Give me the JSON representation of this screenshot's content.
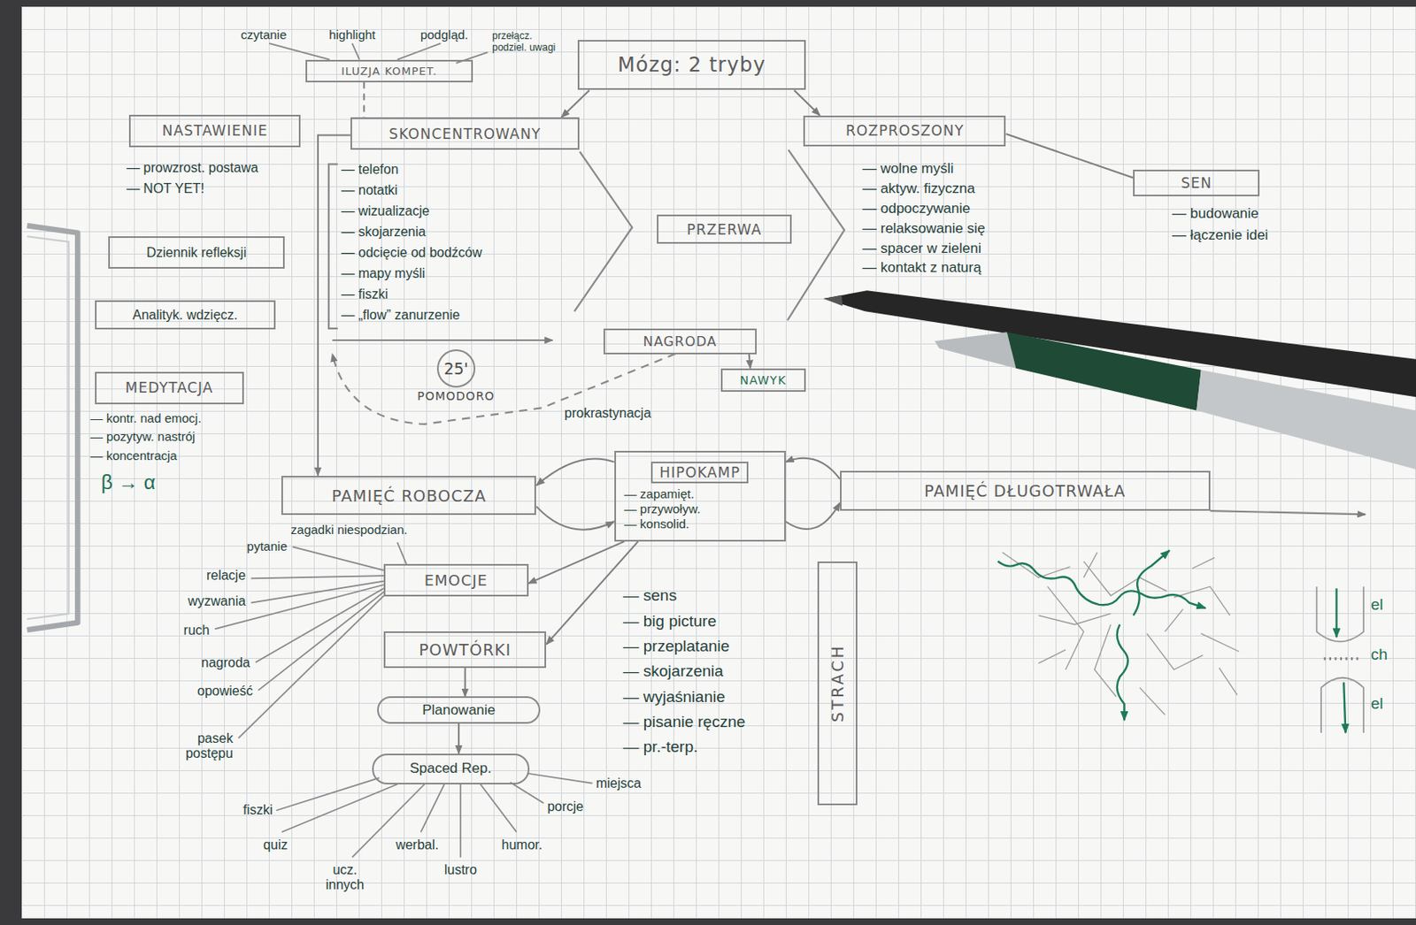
{
  "diagram": {
    "nodes": [
      {
        "text": [
          "ILUZJA KOMPET."
        ]
      },
      {
        "text": [
          "Mózg: 2 tryby"
        ]
      },
      {
        "text": [
          "NASTAWIENIE"
        ]
      },
      {
        "text": [
          "SKONCENTROWANY"
        ]
      },
      {
        "text": [
          "ROZPROSZONY"
        ]
      },
      {
        "text": [
          "SEN"
        ]
      },
      {
        "text": [
          "Dziennik refleksji"
        ]
      },
      {
        "text": [
          "PRZERWA"
        ]
      },
      {
        "text": [
          "Analityk. wdzięcz."
        ]
      },
      {
        "text": [
          "25'",
          "POMODORO"
        ]
      },
      {
        "text": [
          "NAGRODA"
        ]
      },
      {
        "text": [
          "NAWYK"
        ]
      },
      {
        "text": [
          "MEDYTACJA"
        ]
      },
      {
        "text": [
          "HIPOKAMP",
          "— zapamięt.",
          "— przywoływ.",
          "— konsolid."
        ]
      },
      {
        "text": [
          "PAMIĘĆ ROBOCZA"
        ]
      },
      {
        "text": [
          "PAMIĘĆ DŁUGOTRWAŁA"
        ]
      },
      {
        "text": [
          "EMOCJE"
        ]
      },
      {
        "text": [
          "POWTÓRKI"
        ]
      },
      {
        "text": [
          "STRACH"
        ]
      },
      {
        "text": [
          "Planowanie"
        ]
      },
      {
        "text": [
          "Spaced Rep."
        ]
      }
    ],
    "edges": [
      {
        "from": 0,
        "to": 3,
        "arrow": "none"
      },
      {
        "from": 1,
        "to": 3,
        "arrow": "to"
      },
      {
        "from": 1,
        "to": 4,
        "arrow": "to"
      },
      {
        "from": 4,
        "to": 5,
        "arrow": "none"
      },
      {
        "from": 3,
        "to": 14,
        "arrow": "to"
      },
      {
        "from": 10,
        "to": 11,
        "arrow": "to"
      },
      {
        "from": 13,
        "to": 14,
        "arrow": "to"
      },
      {
        "from": 14,
        "to": 13,
        "arrow": "to"
      },
      {
        "from": 15,
        "to": 13,
        "arrow": "to"
      },
      {
        "from": 13,
        "to": 15,
        "arrow": "to"
      },
      {
        "from": 13,
        "to": 16,
        "arrow": "to"
      },
      {
        "from": 13,
        "to": 17,
        "arrow": "to"
      },
      {
        "from": 17,
        "to": 19,
        "arrow": "to"
      },
      {
        "from": 19,
        "to": 20,
        "arrow": "to"
      }
    ],
    "labels": [
      "czytanie",
      "highlight",
      "podgląd.",
      "przełącz. podziel. uwagi",
      "— prowzrost. postawa",
      "— NOT YET!",
      "— telefon",
      "— notatki",
      "— wizualizacje",
      "— skojarzenia",
      "— odcięcie od bodźców",
      "— mapy myśli",
      "— fiszki",
      "— „flow” zanurzenie",
      "— wolne myśli",
      "— aktyw. fizyczna",
      "— odpoczywanie",
      "— relaksowanie się",
      "— spacer w zieleni",
      "— kontakt z naturą",
      "— budowanie",
      "— łączenie idei",
      "prokrastynacja",
      "— kontr. nad emocj.",
      "— pozytyw. nastrój",
      "— koncentracja",
      "β → α",
      "pytanie",
      "zagadki niespodzian.",
      "relacje",
      "wyzwania",
      "ruch",
      "nagroda",
      "opowieść",
      "pasek postępu",
      "— sens",
      "— big picture",
      "— przeplatanie",
      "— skojarzenia",
      "— wyjaśnianie",
      "— pisanie ręczne",
      "— pr.-terp.",
      "fiszki",
      "quiz",
      "ucz. innych",
      "werbal.",
      "lustro",
      "humor.",
      "porcje",
      "miejsca",
      "el",
      "ch",
      "el"
    ]
  }
}
